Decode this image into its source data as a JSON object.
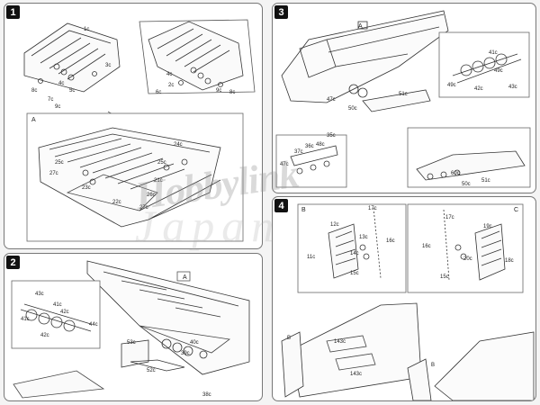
{
  "steps": [
    {
      "number": "1",
      "inset_letter": "A",
      "labels": [
        "1c",
        "3c",
        "8c",
        "4c",
        "4c",
        "5c",
        "2c",
        "9c",
        "7c",
        "6c",
        "8c",
        "9c",
        "24c",
        "27c",
        "25c",
        "23c",
        "21c",
        "22c",
        "26c",
        "27c",
        "25c"
      ]
    },
    {
      "number": "2",
      "inset_letter": "A",
      "labels": [
        "43c",
        "41c",
        "42c",
        "44c",
        "41c",
        "42c",
        "53c",
        "52c",
        "39c",
        "40c",
        "38c"
      ]
    },
    {
      "number": "3",
      "inset_letter": "A",
      "labels": [
        "47c",
        "60c",
        "51c",
        "50c",
        "36c",
        "41c",
        "43c",
        "49c",
        "42c",
        "35c",
        "37c",
        "47c",
        "48c",
        "49c",
        "50c",
        "51c"
      ]
    },
    {
      "number": "4",
      "inset_letters": [
        "B",
        "C"
      ],
      "labels": [
        "12c",
        "17c",
        "11c",
        "13c",
        "14c",
        "15c",
        "16c",
        "17c",
        "19c",
        "16c",
        "20c",
        "18c",
        "15c",
        "143c",
        "143c",
        "B",
        "B"
      ]
    }
  ],
  "watermark": {
    "line1": "Hobbylink",
    "line2": "Japan"
  }
}
